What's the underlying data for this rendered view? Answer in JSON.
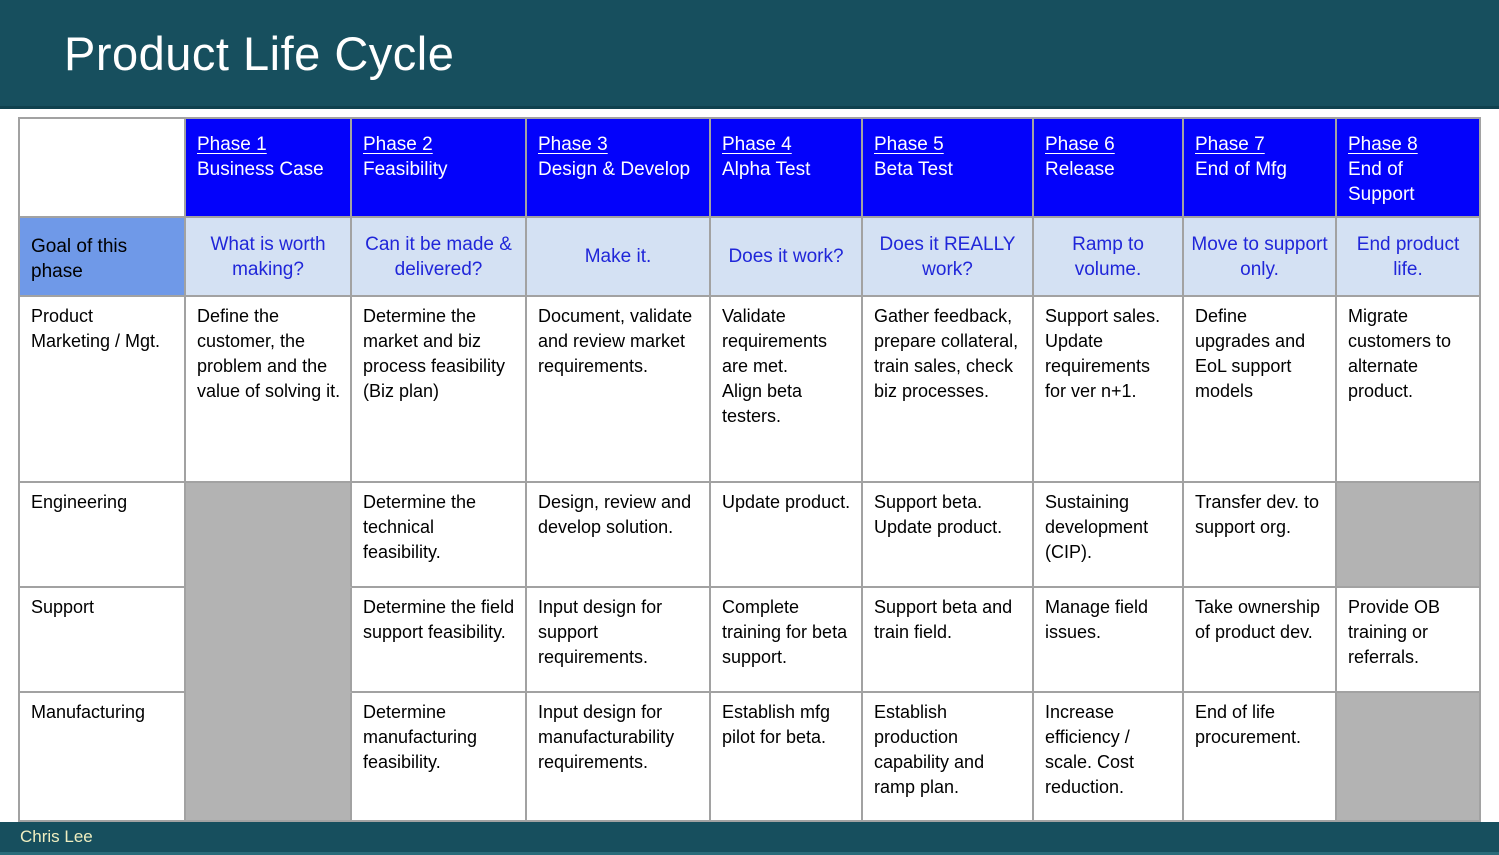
{
  "title": "Product Life Cycle",
  "footer": {
    "author": "Chris Lee"
  },
  "colors": {
    "title_bar_teal": "#174f5e",
    "phase_header_blue": "#0302fb",
    "goal_label_blue": "#6f99e8",
    "goal_cell_bg": "#d4e1f3",
    "goal_text_blue": "#2026d9",
    "gray_cell": "#b3b3b3",
    "table_border": "#a2a2a2",
    "footer_text": "#efeec0",
    "annotation_red": "#e03030"
  },
  "table": {
    "goal_row_label": "Goal of this phase",
    "phases": [
      {
        "name": "Phase 1",
        "subtitle": "Business Case",
        "goal": "What is worth making?"
      },
      {
        "name": "Phase 2",
        "subtitle": "Feasibility",
        "goal": "Can it be made & delivered?"
      },
      {
        "name": "Phase 3",
        "subtitle": "Design & Develop",
        "goal": "Make it."
      },
      {
        "name": "Phase 4",
        "subtitle": "Alpha Test",
        "goal": "Does it work?"
      },
      {
        "name": "Phase 5",
        "subtitle": "Beta Test",
        "goal": "Does it REALLY work?"
      },
      {
        "name": "Phase 6",
        "subtitle": "Release",
        "goal": "Ramp to volume."
      },
      {
        "name": "Phase 7",
        "subtitle": "End of Mfg",
        "goal": "Move to support only."
      },
      {
        "name": "Phase 8",
        "subtitle": "End of Support",
        "goal": "End product life."
      }
    ],
    "rows": [
      {
        "label": "Product Marketing / Mgt.",
        "cells": [
          "Define the customer, the problem and the value of solving it.",
          "Determine the market and biz process feasibility\n(Biz plan)",
          "Document, validate and review market requirements.",
          "Validate requirements are met.\nAlign beta testers.",
          "Gather feedback, prepare collateral, train sales, check biz processes.",
          "Support sales.\nUpdate requirements for ver n+1.",
          "Define upgrades and EoL support models",
          "Migrate customers to alternate product."
        ]
      },
      {
        "label": "Engineering",
        "cells": [
          "",
          "Determine the technical feasibility.",
          "Design, review and develop solution.",
          "Update product.",
          "Support beta.\nUpdate product.",
          "Sustaining development (CIP).",
          "Transfer dev. to support org.",
          ""
        ]
      },
      {
        "label": "Support",
        "cells": [
          "",
          "Determine the field support feasibility.",
          "Input design for support requirements.",
          "Complete training for beta support.",
          "Support beta and train field.",
          "Manage field issues.",
          "Take ownership of product dev.",
          "Provide OB training or referrals."
        ]
      },
      {
        "label": "Manufacturing",
        "cells": [
          "",
          "Determine manufacturing feasibility.",
          "Input design for manufacturability requirements.",
          "Establish mfg pilot for beta.",
          "Establish production capability and ramp plan.",
          "Increase efficiency / scale. Cost reduction.",
          "End of life procurement.",
          ""
        ]
      }
    ]
  }
}
